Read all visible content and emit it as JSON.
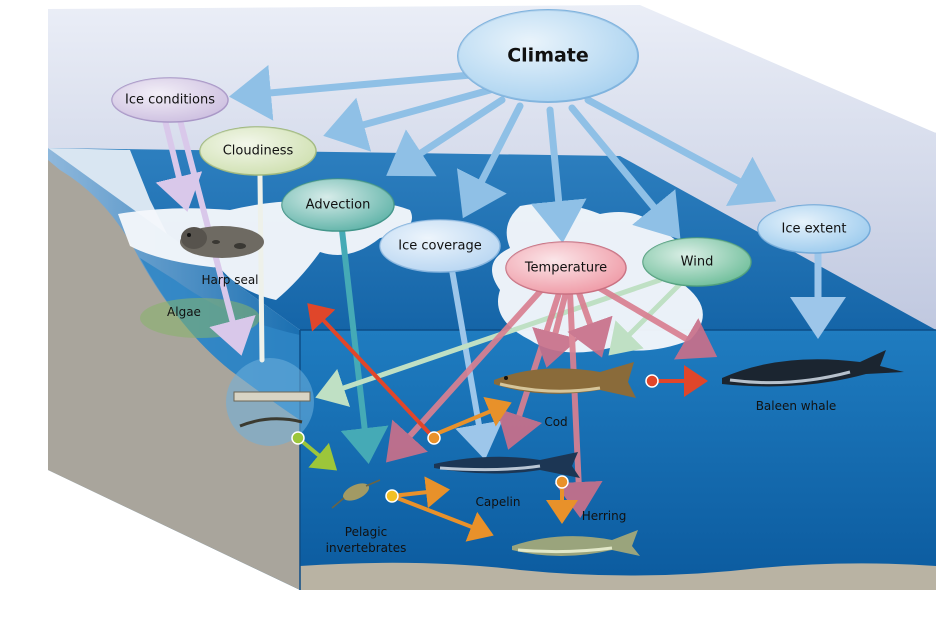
{
  "diagram": {
    "nodes": {
      "climate": "Climate",
      "ice_conditions": "Ice conditions",
      "cloudiness": "Cloudiness",
      "advection": "Advection",
      "ice_coverage": "Ice coverage",
      "temperature": "Temperature",
      "wind": "Wind",
      "ice_extent": "Ice extent"
    },
    "organisms": {
      "harp_seal": "Harp seal",
      "algae": "Algae",
      "cod": "Cod",
      "baleen_whale": "Baleen whale",
      "capelin": "Capelin",
      "herring": "Herring",
      "pelagic_line1": "Pelagic",
      "pelagic_line2": "invertebrates"
    },
    "colors": {
      "climate_node": "#a9d2f0",
      "ice_node": "#cdbfe0",
      "cloud_node": "#cfe0b0",
      "advection_node": "#5fb3a8",
      "icecov_node": "#b8d6f2",
      "temp_node": "#ef9aa6",
      "wind_node": "#6ebe9a",
      "extent_node": "#9ccbee",
      "ocean": "#1a6fb1",
      "ocean_deep": "#0d5a9a",
      "climate_arrow": "#8fc0e6",
      "temp_arrow": "#d98091",
      "orange_arrow": "#e8912a",
      "red_arrow": "#e0462a",
      "green_arrow": "#9cc63a"
    }
  }
}
